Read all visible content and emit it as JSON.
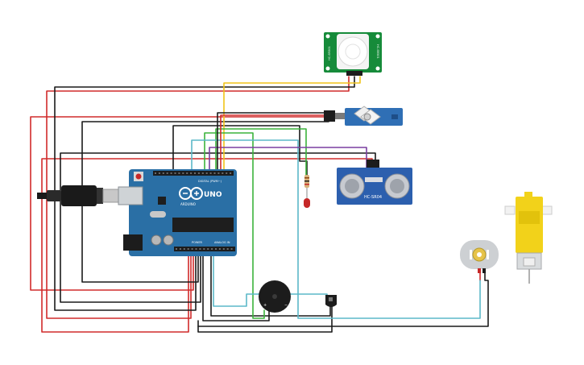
{
  "board": {
    "model": "UNO",
    "brand": "ARDUINO",
    "digital_header": "DIGITAL (PWM~)",
    "power_header": "POWER",
    "analog_header": "ANALOG IN"
  },
  "ultrasonic": {
    "label": "HC-SR04"
  },
  "pir": {
    "left_label": "HC-SR501",
    "right_label": "HC-SR501"
  },
  "colors": {
    "board_blue": "#2a6fa5",
    "wire_red": "#d12b2b",
    "wire_black": "#1a1a1a",
    "wire_yellow": "#f0c419",
    "wire_green": "#3bb33b",
    "wire_cyan": "#5bb8c8",
    "wire_purple": "#7a3fa0",
    "pir_green": "#168b3a",
    "motor_yellow": "#f2d21a"
  },
  "icons": [
    "usb-plug-icon",
    "power-jack-icon",
    "reset-button-icon",
    "arduino-logo-icon"
  ]
}
